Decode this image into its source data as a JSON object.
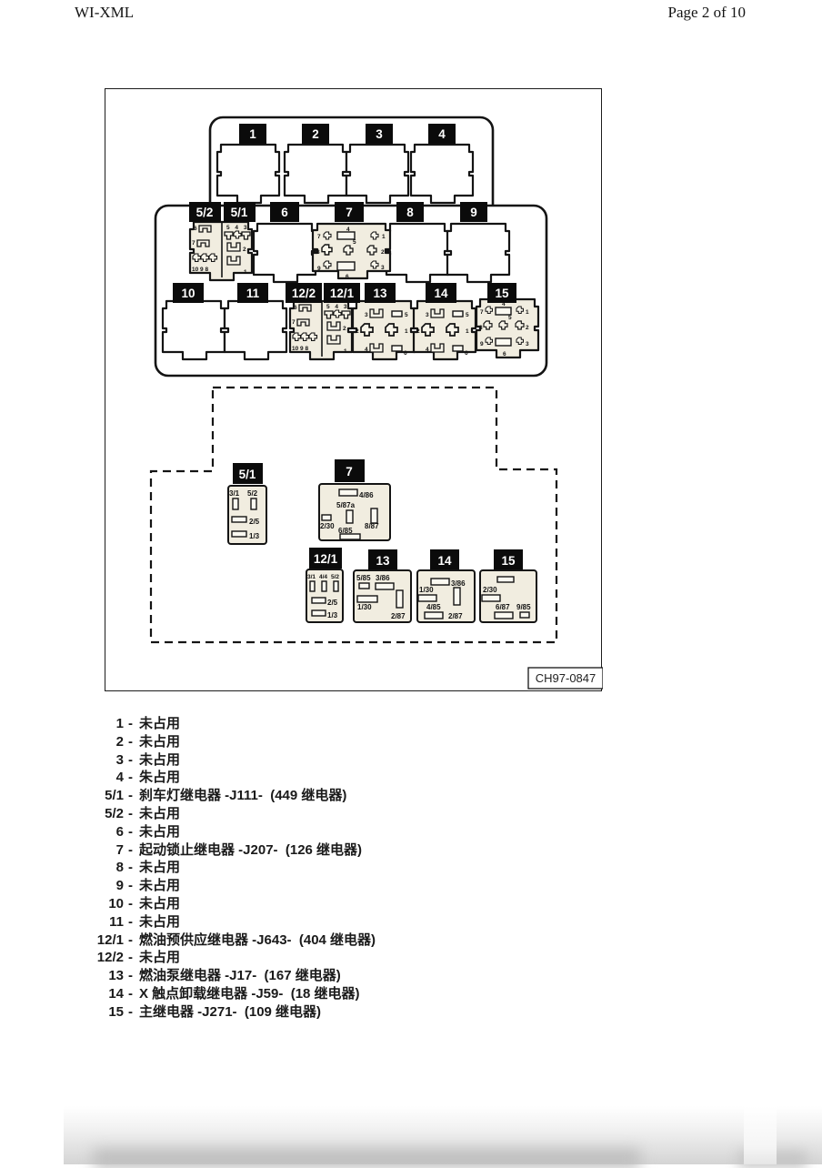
{
  "header": {
    "left": "WI-XML",
    "right": "Page 2 of 10"
  },
  "diagram": {
    "figure_code": "CH97-0847",
    "slots": [
      "1",
      "2",
      "3",
      "4",
      "5/2",
      "5/1",
      "6",
      "7",
      "8",
      "9",
      "10",
      "11",
      "12/2",
      "12/1",
      "13",
      "14",
      "15"
    ],
    "top": {
      "dual": {
        "p6": "6",
        "p7": "7",
        "p1098": "10 9 8",
        "p543": "5 4 3",
        "p2": "2",
        "p1": "1"
      },
      "nine": {
        "p7": "7",
        "p4": "4",
        "p1": "1",
        "p8": "8",
        "p5": "5",
        "p2": "2",
        "p9": "9",
        "p6": "6",
        "p3": "3"
      },
      "six": {
        "p3": "3",
        "p5": "5",
        "p2": "2",
        "p1": "1",
        "p4": "4",
        "p6": "6"
      }
    },
    "details": {
      "d51": {
        "label": "5/1",
        "pa": "3/1",
        "pb": "5/2",
        "pc": "2/5",
        "pd": "1/3"
      },
      "d7": {
        "label": "7",
        "pa": "4/86",
        "pb": "5/87a",
        "pc": "2/30",
        "pd": "6/85",
        "pe": "8/87"
      },
      "d121": {
        "label": "12/1",
        "pa": "3/1",
        "pb": "4/4",
        "pc": "5/2",
        "pd": "2/5",
        "pe": "1/3"
      },
      "d13": {
        "label": "13",
        "pa": "5/85",
        "pb": "3/86",
        "pc": "1/30",
        "pd": "2/87"
      },
      "d14": {
        "label": "14",
        "pa": "3/86",
        "pb": "1/30",
        "pc": "4/85",
        "pd": "2/87"
      },
      "d15": {
        "label": "15",
        "pa": "2/30",
        "pb": "6/87",
        "pc": "9/85"
      }
    }
  },
  "legend": {
    "separator": "-",
    "items": [
      {
        "num": "1",
        "desc": "未占用"
      },
      {
        "num": "2",
        "desc": "未占用"
      },
      {
        "num": "3",
        "desc": "未占用"
      },
      {
        "num": "4",
        "desc": "朱占用"
      },
      {
        "num": "5/1",
        "desc": "刹车灯继电器 -J111-  (449 继电器)"
      },
      {
        "num": "5/2",
        "desc": "未占用"
      },
      {
        "num": "6",
        "desc": "未占用"
      },
      {
        "num": "7",
        "desc": "起动锁止继电器 -J207-  (126 继电器)"
      },
      {
        "num": "8",
        "desc": "未占用"
      },
      {
        "num": "9",
        "desc": "未占用"
      },
      {
        "num": "10",
        "desc": "未占用"
      },
      {
        "num": "11",
        "desc": "未占用"
      },
      {
        "num": "12/1",
        "desc": "燃油预供应继电器 -J643-  (404 继电器)"
      },
      {
        "num": "12/2",
        "desc": "未占用"
      },
      {
        "num": "13",
        "desc": "燃油泵继电器 -J17-  (167 继电器)"
      },
      {
        "num": "14",
        "desc": "X 触点卸载继电器 -J59-  (18 继电器)"
      },
      {
        "num": "15",
        "desc": "主继电器 -J271-  (109 继电器)"
      }
    ]
  }
}
